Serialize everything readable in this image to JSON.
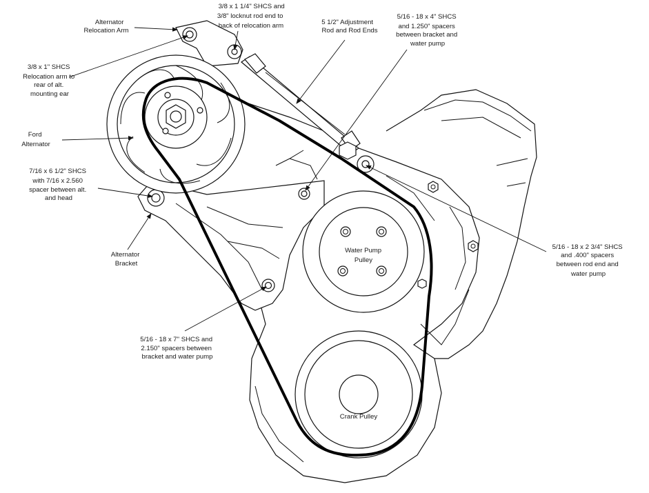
{
  "labels": {
    "alt_reloc_arm": [
      "Alternator",
      "Relocation Arm"
    ],
    "shcs_114": [
      "3/8 x 1 1/4\" SHCS and",
      "3/8\" locknut rod end to",
      "back of relocation arm"
    ],
    "adj_rod": [
      "5 1/2\" Adjustment",
      "Rod and Rod Ends"
    ],
    "shcs_4": [
      "5/16 - 18 x 4\" SHCS",
      "and 1.250\" spacers",
      "between bracket and",
      "water pump"
    ],
    "shcs_1": [
      "3/8 x 1\" SHCS",
      "Relocation arm to",
      "rear of alt.",
      "mounting ear"
    ],
    "ford_alt": [
      "Ford",
      "Alternator"
    ],
    "shcs_612": [
      "7/16 x 6 1/2\" SHCS",
      "with 7/16 x 2.560",
      "spacer between alt.",
      "and head"
    ],
    "alt_bracket": [
      "Alternator",
      "Bracket"
    ],
    "shcs_234": [
      "5/16 - 18 x 2 3/4\" SHCS",
      "and .400\" spacers",
      "between rod end and",
      "water pump"
    ],
    "shcs_7": [
      "5/16 - 18 x 7\" SHCS and",
      "2.150\" spacers between",
      "bracket and water pump"
    ],
    "water_pump_pulley": [
      "Water Pump",
      "Pulley"
    ],
    "crank_pulley": [
      "Crank Pulley"
    ]
  },
  "colors": {
    "line": "#111111",
    "belt": "#000000",
    "background": "#ffffff"
  }
}
